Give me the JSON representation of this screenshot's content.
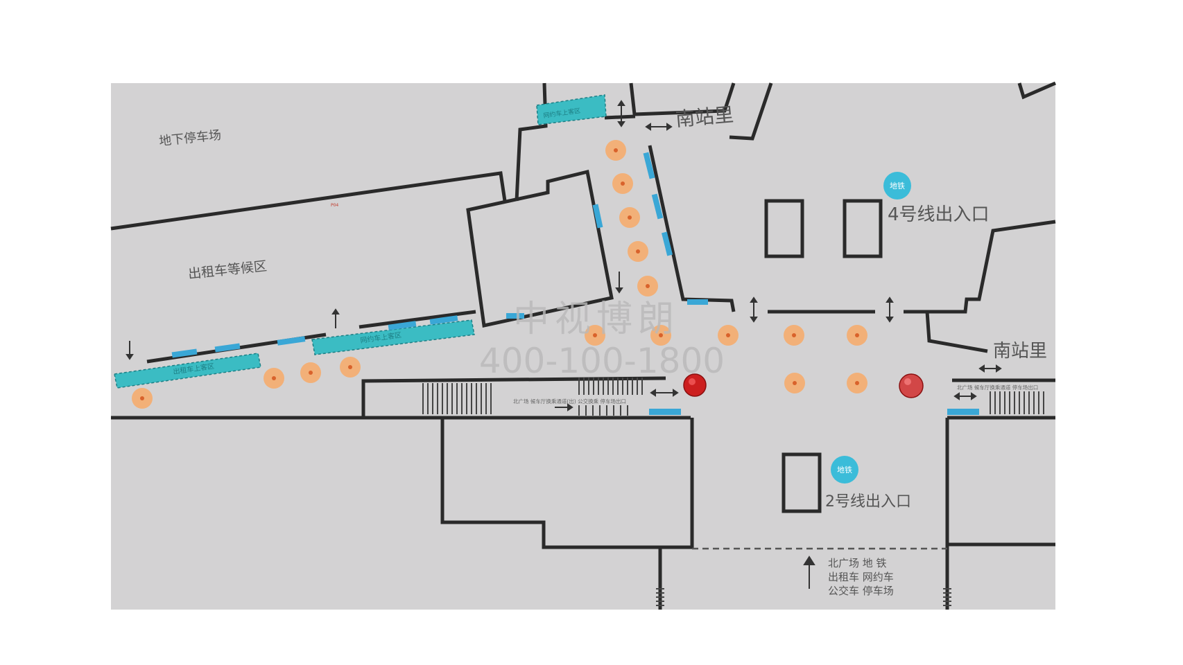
{
  "map": {
    "colors": {
      "background": "#d3d2d3",
      "walls": "#2a2a2a",
      "ad_point": "#f2b078",
      "ad_dot": "#d9622b",
      "highlight": "#cc1f1f",
      "teal": "#3bbcc3",
      "blue": "#3aa7d6"
    },
    "labels": {
      "underground_parking": "地下停车场",
      "taxi_waiting": "出租车等候区",
      "nanzhanli_top": "南站里",
      "nanzhanli_right": "南站里",
      "line4_entrance": "4号线出入口",
      "line2_entrance": "2号线出入口",
      "metro_badge_1": "地铁",
      "metro_badge_2": "地铁",
      "tiny_code": "P04",
      "direction_lines": [
        "北广场  地  铁",
        "出租车  网约车",
        "公交车  停车场"
      ],
      "teal_left": "出租车上客区",
      "teal_mid": "网约车上客区",
      "teal_top": "网约车上客区",
      "strip_left": "北广场  候车厅换乘通道(出)  公交换乘  停车场出口",
      "strip_right": "北广场  候车厅换乘通道  停车场出口"
    },
    "watermark": {
      "line1": "中视博朗",
      "line2": "400-100-1800"
    },
    "icons": {
      "ad_point": "ad-location-icon",
      "highlight": "selected-location-icon",
      "arrow": "direction-arrow-icon",
      "metro": "metro-icon"
    }
  }
}
